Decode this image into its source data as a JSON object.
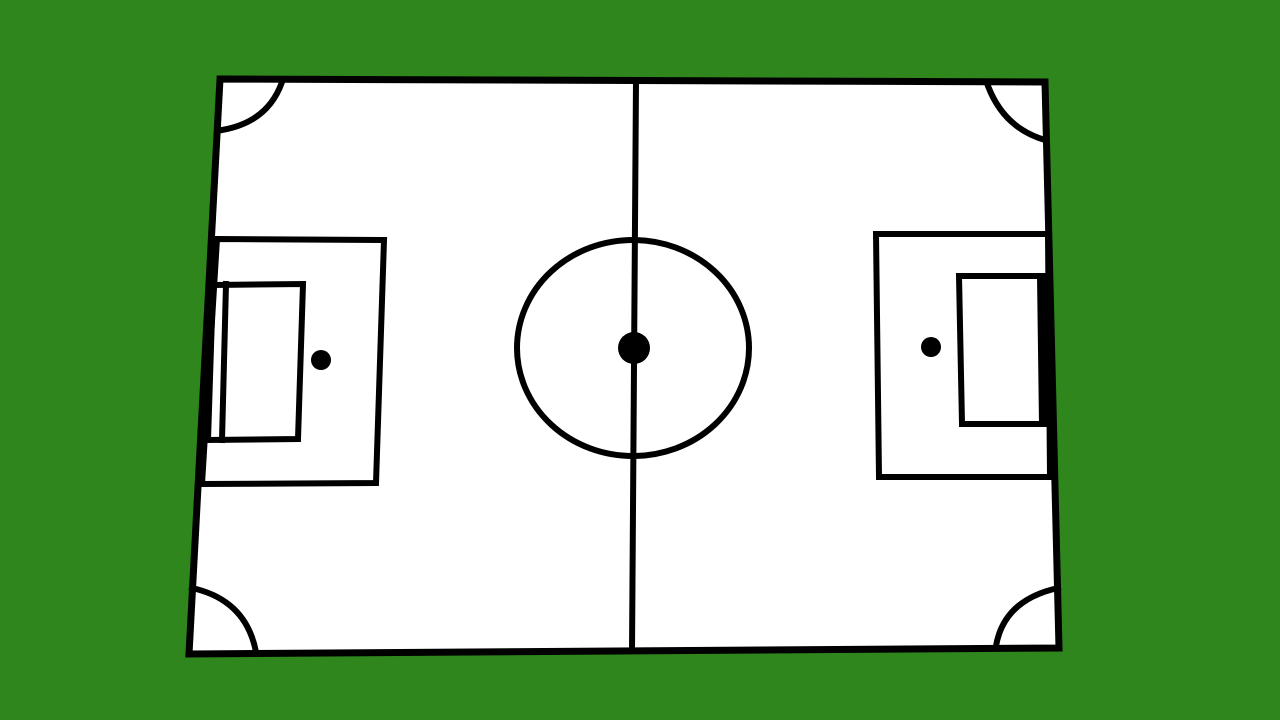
{
  "colors": {
    "grass": "#2e861d",
    "pitch": "#ffffff",
    "lines": "#000000"
  },
  "pitch": {
    "orientation": "horizontal",
    "features": [
      "outer-boundary",
      "halfway-line",
      "center-circle",
      "center-spot",
      "left-penalty-area",
      "left-goal-area",
      "left-penalty-spot",
      "right-penalty-area",
      "right-goal-area",
      "right-penalty-spot",
      "corner-arcs"
    ]
  }
}
